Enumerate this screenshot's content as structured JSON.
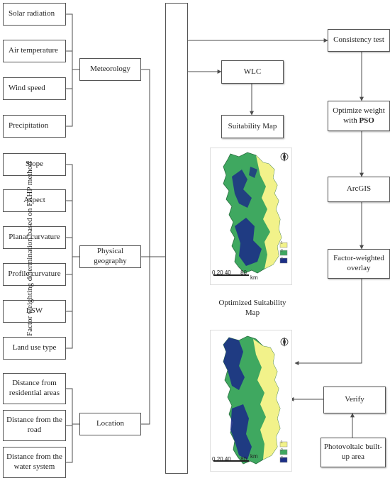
{
  "factors": {
    "meteorology": {
      "label": "Meteorology",
      "items": [
        "Solar radiation",
        "Air temperature",
        "Wind speed",
        "Precipitation"
      ]
    },
    "physical_geography": {
      "label": "Physical geography",
      "items": [
        "Slope",
        "Aspect",
        "Planar curvature",
        "Profile curvature",
        "LSW",
        "Land use type"
      ]
    },
    "location": {
      "label": "Location",
      "items": [
        "Distance from residential areas",
        "Distance from the road",
        "Distance from the water system"
      ]
    }
  },
  "fahp_label": "Factor weighting determination based on FAHP method",
  "process": {
    "wlc": "WLC",
    "suitability_map": "Suitability Map",
    "consistency_test": "Consistency test",
    "optimize_line1": "Optimize weight",
    "optimize_line2": "with",
    "optimize_bold": "PSO",
    "arcgis": "ArcGIS",
    "overlay": "Factor-weighted overlay",
    "optimized_map": "Optimized Suitability Map",
    "verify": "Verify",
    "photovoltaic": "Photovoltaic built-up area"
  },
  "map_scale": {
    "ticks": [
      "0",
      "20",
      "40",
      "80"
    ],
    "unit": "km"
  },
  "legend_labels": [
    "1",
    "2",
    "3"
  ],
  "colors": {
    "low": "#f2f28a",
    "mid": "#3fa860",
    "high": "#1c2f86",
    "line": "#4d4d4d"
  }
}
